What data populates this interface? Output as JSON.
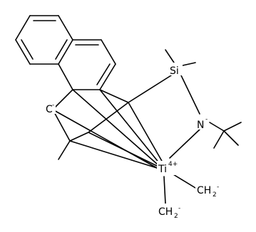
{
  "structure": {
    "atoms": {
      "ti": {
        "symbol": "Ti",
        "charge": "4+"
      },
      "si": {
        "symbol": "Si",
        "charge": ""
      },
      "n": {
        "symbol": "N",
        "charge": "-"
      },
      "carbanion": {
        "symbol": "C",
        "charge": "-"
      },
      "methyl_1": {
        "symbol": "CH",
        "subscript": "2",
        "charge": "-"
      },
      "methyl_2": {
        "symbol": "CH",
        "subscript": "2",
        "charge": "-"
      }
    }
  },
  "colors": {
    "bond": "#000000",
    "label": "#000000",
    "background": "#ffffff"
  }
}
